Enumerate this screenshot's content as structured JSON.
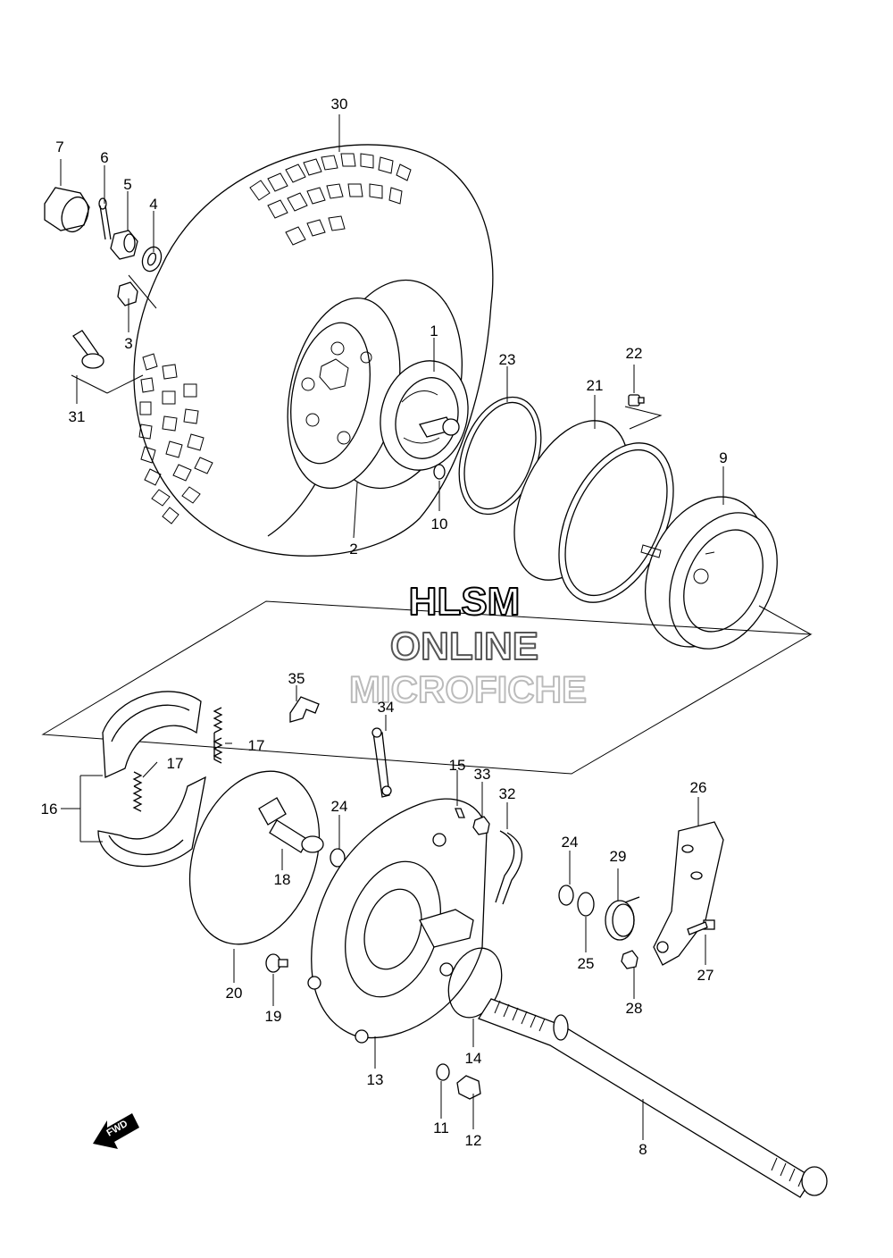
{
  "watermark": {
    "line1": "HLSM",
    "line2": "ONLINE",
    "line3": "MICROFICHE"
  },
  "direction_arrow": {
    "label": "FWD",
    "icon": "fwd-arrow-icon"
  },
  "callouts": {
    "p1": "1",
    "p2": "2",
    "p3": "3",
    "p4": "4",
    "p5": "5",
    "p6": "6",
    "p7": "7",
    "p8": "8",
    "p9": "9",
    "p10": "10",
    "p11": "11",
    "p12": "12",
    "p13": "13",
    "p14": "14",
    "p15": "15",
    "p16": "16",
    "p17a": "17",
    "p17b": "17",
    "p18": "18",
    "p19": "19",
    "p20": "20",
    "p21": "21",
    "p22": "22",
    "p23": "23",
    "p24a": "24",
    "p24b": "24",
    "p25": "25",
    "p26": "26",
    "p27": "27",
    "p28": "28",
    "p29": "29",
    "p30": "30",
    "p31": "31",
    "p32": "32",
    "p33": "33",
    "p34": "34",
    "p35": "35"
  },
  "colors": {
    "line": "#000000",
    "background": "#ffffff",
    "watermark_outline": "#000000",
    "watermark_faded": "#bbbbbb"
  }
}
